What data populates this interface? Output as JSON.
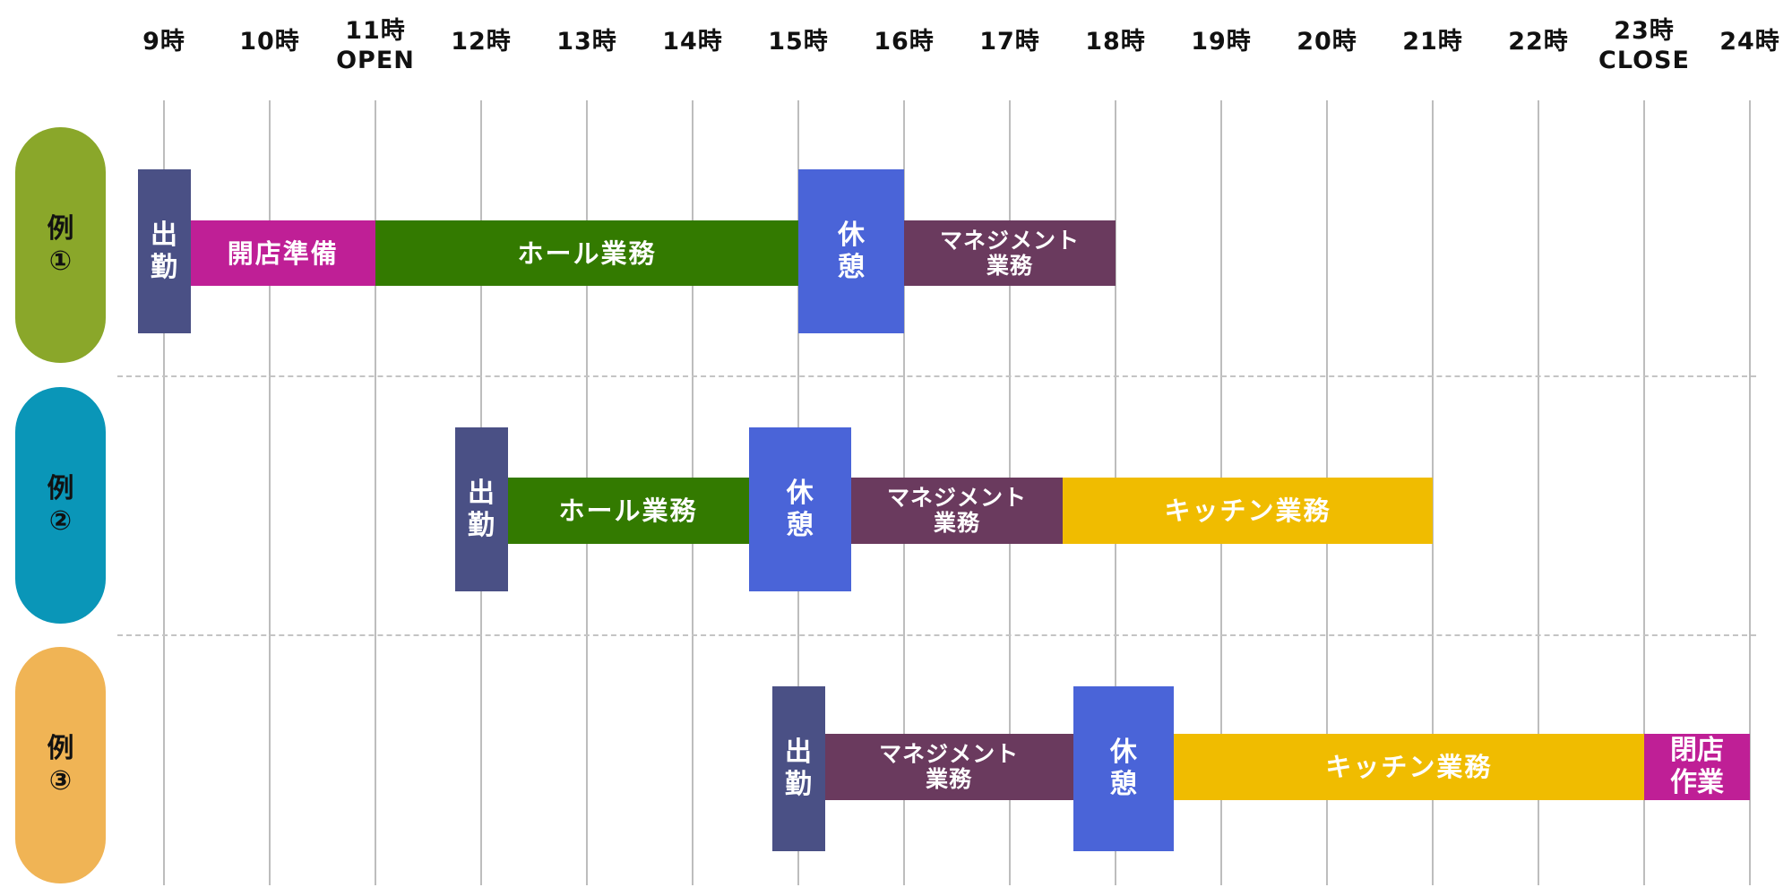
{
  "timeline": {
    "hours": [
      {
        "hour": 9,
        "label": "9時",
        "sub": ""
      },
      {
        "hour": 10,
        "label": "10時",
        "sub": ""
      },
      {
        "hour": 11,
        "label": "11時",
        "sub": "OPEN"
      },
      {
        "hour": 12,
        "label": "12時",
        "sub": ""
      },
      {
        "hour": 13,
        "label": "13時",
        "sub": ""
      },
      {
        "hour": 14,
        "label": "14時",
        "sub": ""
      },
      {
        "hour": 15,
        "label": "15時",
        "sub": ""
      },
      {
        "hour": 16,
        "label": "16時",
        "sub": ""
      },
      {
        "hour": 17,
        "label": "17時",
        "sub": ""
      },
      {
        "hour": 18,
        "label": "18時",
        "sub": ""
      },
      {
        "hour": 19,
        "label": "19時",
        "sub": ""
      },
      {
        "hour": 20,
        "label": "20時",
        "sub": ""
      },
      {
        "hour": 21,
        "label": "21時",
        "sub": ""
      },
      {
        "hour": 22,
        "label": "22時",
        "sub": ""
      },
      {
        "hour": 23,
        "label": "23時",
        "sub": "CLOSE"
      },
      {
        "hour": 24,
        "label": "24時",
        "sub": ""
      }
    ]
  },
  "colors": {
    "attendance": "#4a5085",
    "opening_prep": "#bf1f96",
    "hall": "#337a00",
    "break": "#4a64d8",
    "management": "#6a3a5e",
    "kitchen": "#f0bc00",
    "closing": "#bf1f96",
    "example1": "#8aa72a",
    "example2": "#0a96b8",
    "example3": "#f0b455"
  },
  "examples": [
    {
      "label": [
        "例",
        "①"
      ],
      "color_key": "example1",
      "tasks": [
        {
          "type": "tall",
          "kind": "attendance",
          "start": 8.75,
          "end": 9.25,
          "lines": [
            "出",
            "勤"
          ]
        },
        {
          "type": "bar",
          "kind": "opening_prep",
          "start": 9.25,
          "end": 11,
          "lines": [
            "開店準備"
          ]
        },
        {
          "type": "bar",
          "kind": "hall",
          "start": 11,
          "end": 15,
          "lines": [
            "ホール業務"
          ]
        },
        {
          "type": "tall",
          "kind": "break",
          "start": 15,
          "end": 16,
          "lines": [
            "休",
            "憩"
          ]
        },
        {
          "type": "bar",
          "kind": "management",
          "start": 16,
          "end": 18,
          "lines": [
            "マネジメント",
            "業務"
          ]
        }
      ]
    },
    {
      "label": [
        "例",
        "②"
      ],
      "color_key": "example2",
      "tasks": [
        {
          "type": "tall",
          "kind": "attendance",
          "start": 11.75,
          "end": 12.25,
          "lines": [
            "出",
            "勤"
          ]
        },
        {
          "type": "bar",
          "kind": "hall",
          "start": 12.25,
          "end": 14.53,
          "lines": [
            "ホール業務"
          ]
        },
        {
          "type": "tall",
          "kind": "break",
          "start": 14.53,
          "end": 15.5,
          "lines": [
            "休",
            "憩"
          ]
        },
        {
          "type": "bar",
          "kind": "management",
          "start": 15.5,
          "end": 17.5,
          "lines": [
            "マネジメント",
            "業務"
          ]
        },
        {
          "type": "bar",
          "kind": "kitchen",
          "start": 17.5,
          "end": 21,
          "lines": [
            "キッチン業務"
          ]
        }
      ]
    },
    {
      "label": [
        "例",
        "③"
      ],
      "color_key": "example3",
      "tasks": [
        {
          "type": "tall",
          "kind": "attendance",
          "start": 14.75,
          "end": 15.25,
          "lines": [
            "出",
            "勤"
          ]
        },
        {
          "type": "bar",
          "kind": "management",
          "start": 15.25,
          "end": 17.6,
          "lines": [
            "マネジメント",
            "業務"
          ]
        },
        {
          "type": "tall",
          "kind": "break",
          "start": 17.6,
          "end": 18.55,
          "lines": [
            "休",
            "憩"
          ]
        },
        {
          "type": "bar",
          "kind": "kitchen",
          "start": 18.55,
          "end": 23,
          "lines": [
            "キッチン業務"
          ]
        },
        {
          "type": "bar",
          "kind": "closing",
          "start": 23,
          "end": 24,
          "lines": [
            "閉店",
            "作業"
          ]
        }
      ]
    }
  ]
}
